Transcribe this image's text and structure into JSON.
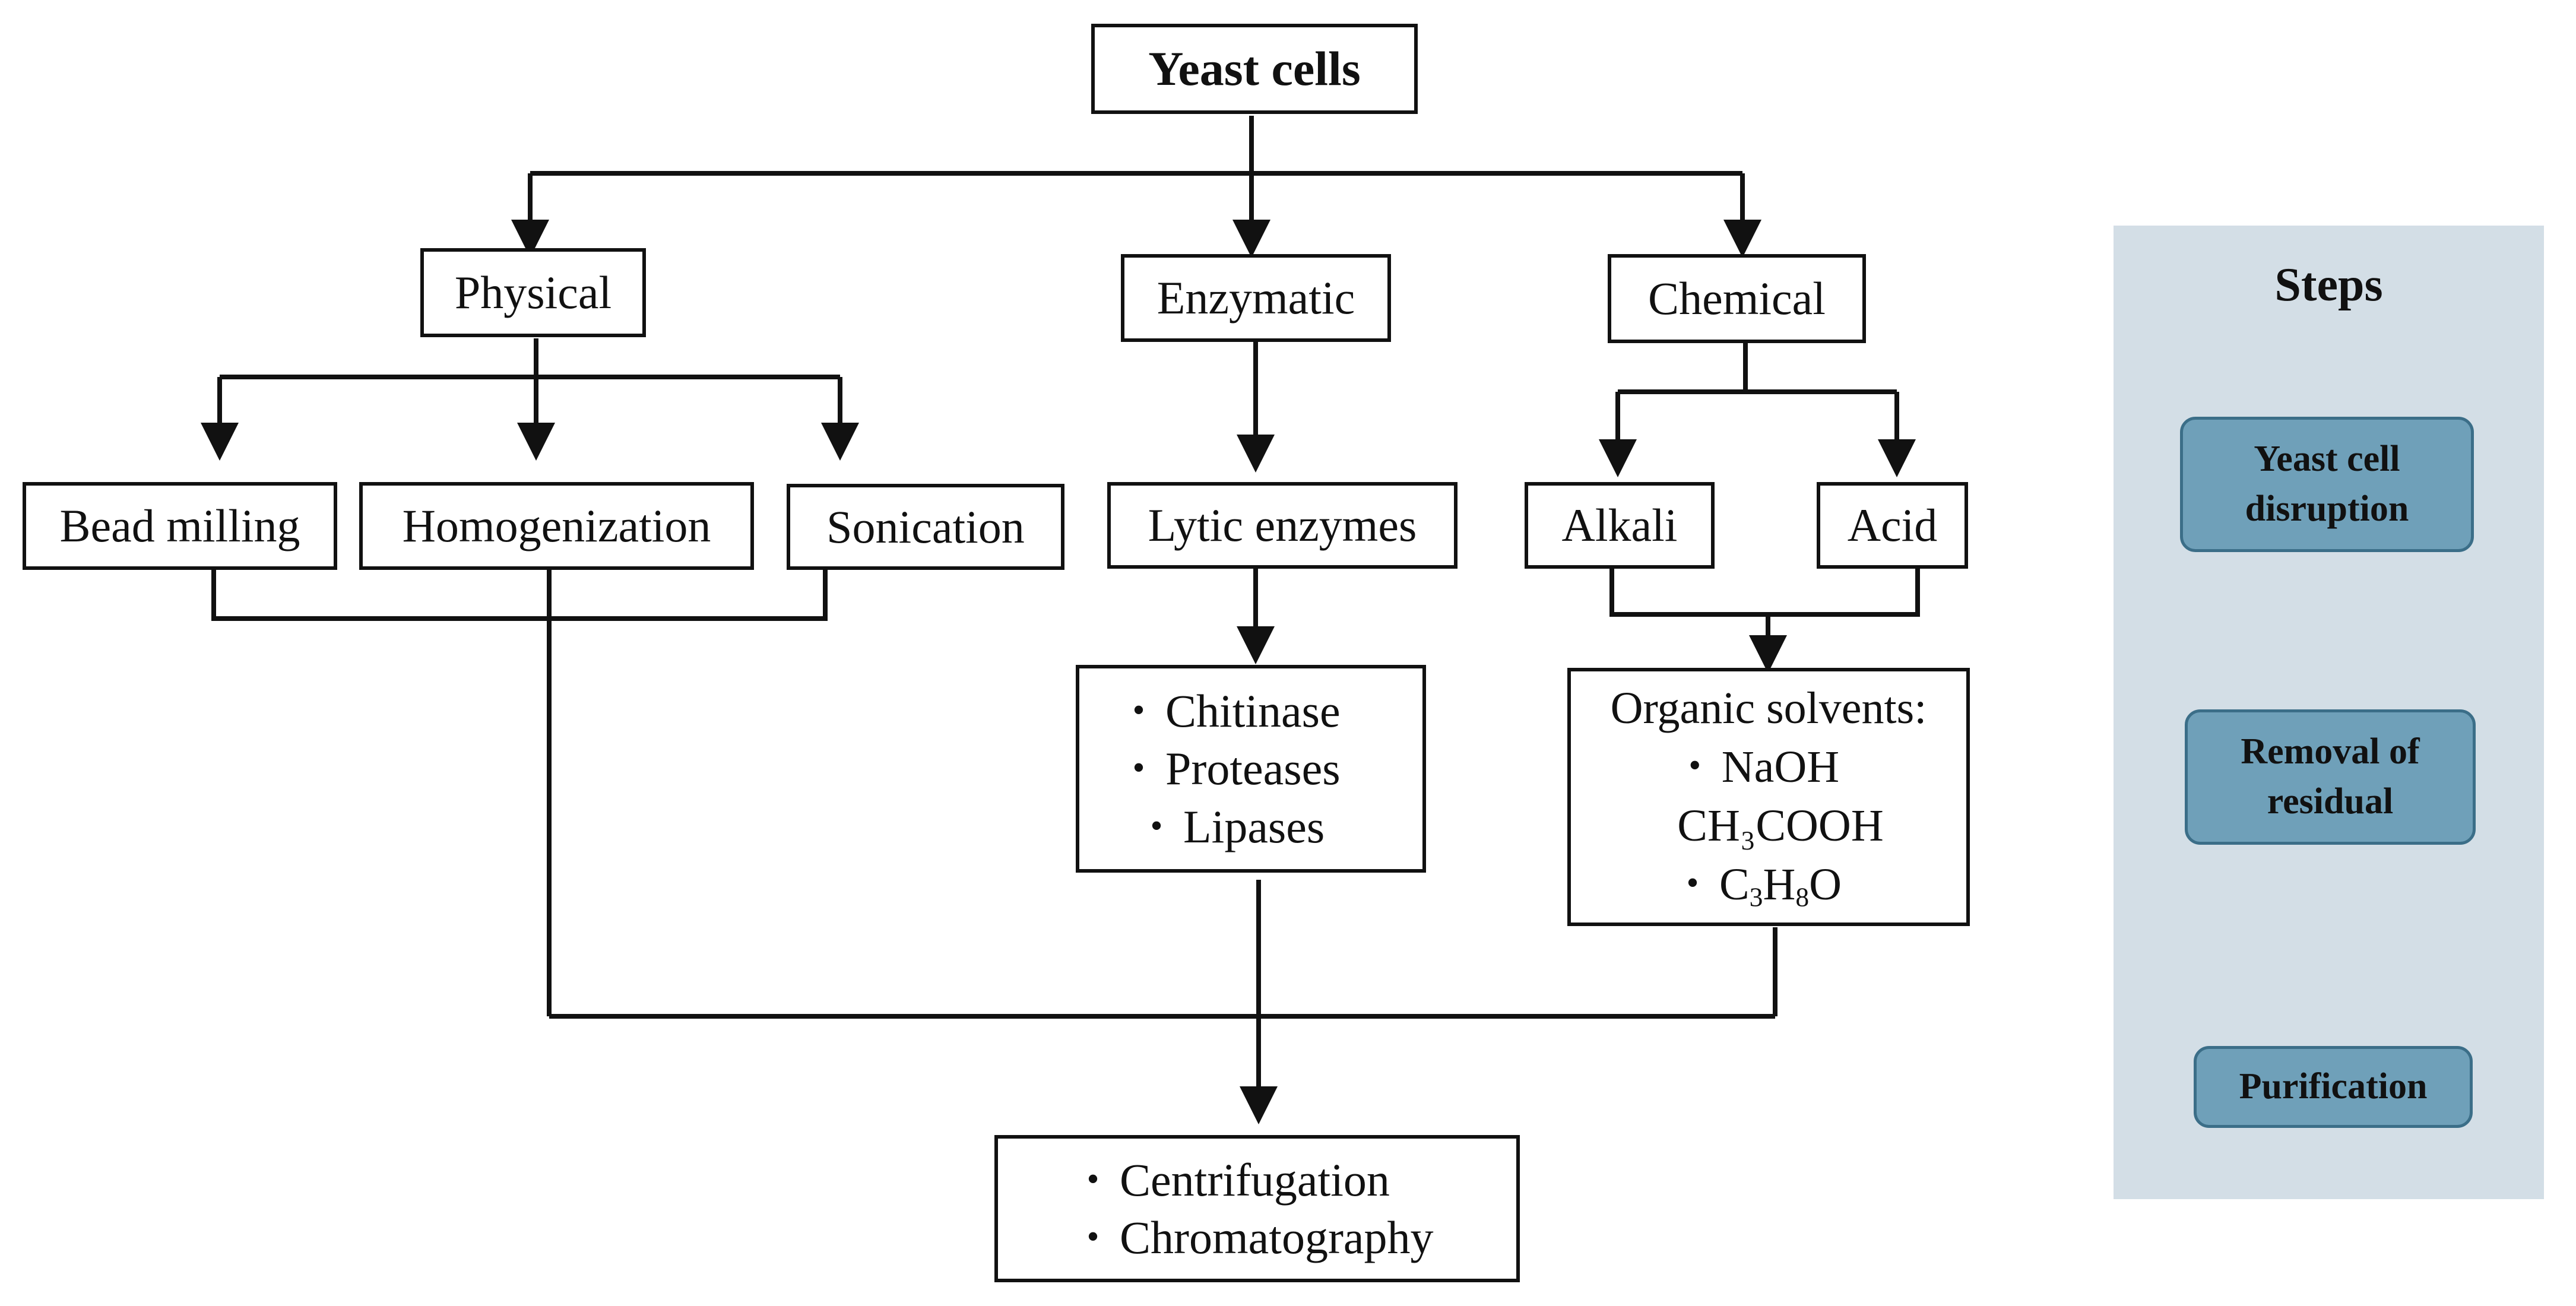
{
  "root": "Yeast cells",
  "categories": {
    "physical": "Physical",
    "enzymatic": "Enzymatic",
    "chemical": "Chemical"
  },
  "methods": {
    "bead_milling": "Bead milling",
    "homogenization": "Homogenization",
    "sonication": "Sonication",
    "lytic_enzymes": "Lytic enzymes",
    "alkali": "Alkali",
    "acid": "Acid"
  },
  "enzymes": [
    "Chitinase",
    "Proteases",
    "Lipases"
  ],
  "solvents": {
    "title": "Organic solvents:",
    "naoh": "NaOH",
    "acetic_acid": "CH₃COOH",
    "c3h8o": {
      "c": "C",
      "n3": "3",
      "h": "H",
      "n8": "8",
      "o": "O"
    }
  },
  "purification": [
    "Centrifugation",
    "Chromatography"
  ],
  "steps": {
    "title": "Steps",
    "items": [
      "Yeast cell disruption",
      "Removal of residual",
      "Purification"
    ]
  },
  "colors": {
    "line": "#111111",
    "panel": "#d3dee6",
    "step_fill": "#6fa0b9",
    "step_border": "#3b6e88"
  }
}
